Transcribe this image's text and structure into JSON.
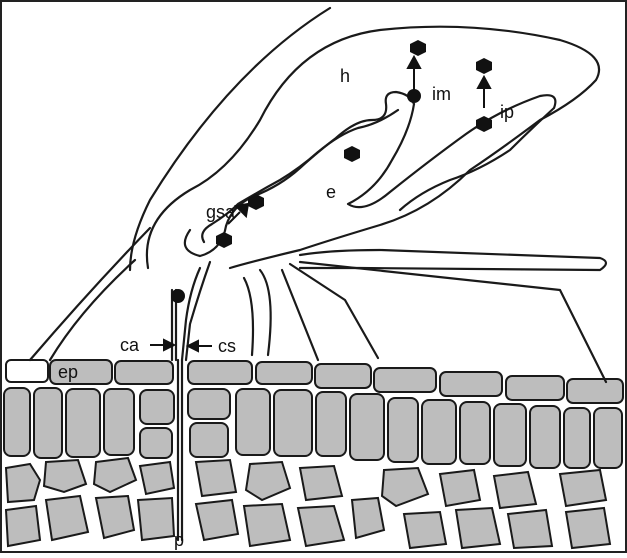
{
  "figure": {
    "labels": {
      "h": "h",
      "im": "im",
      "ip": "ip",
      "e": "e",
      "gsa": "gsa",
      "ca": "ca",
      "cs": "cs",
      "ep": "ep",
      "p": "p"
    },
    "colors": {
      "cell_fill": "#bdbdbd",
      "outline": "#1a1a1a",
      "background": "#ffffff",
      "border": "#222222"
    },
    "markers": [
      "hexagon-marker",
      "circle-marker",
      "arrow"
    ]
  }
}
